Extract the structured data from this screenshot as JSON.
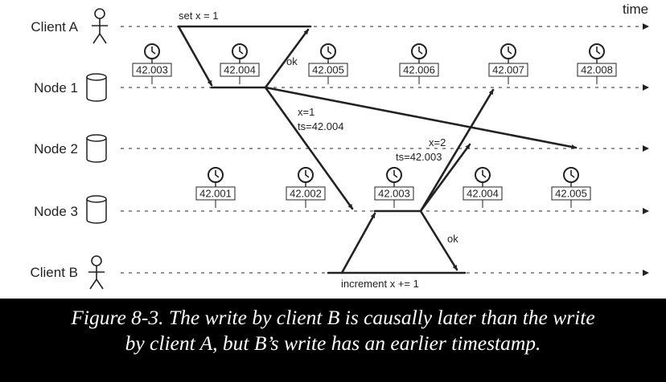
{
  "diagram": {
    "time_label": "time",
    "lanes": [
      {
        "id": "client_a",
        "label": "Client A",
        "kind": "client"
      },
      {
        "id": "node1",
        "label": "Node 1",
        "kind": "node"
      },
      {
        "id": "node2",
        "label": "Node 2",
        "kind": "node"
      },
      {
        "id": "node3",
        "label": "Node 3",
        "kind": "node"
      },
      {
        "id": "client_b",
        "label": "Client B",
        "kind": "client"
      }
    ],
    "node1_clocks": [
      "42.003",
      "42.004",
      "42.005",
      "42.006",
      "42.007",
      "42.008"
    ],
    "node3_clocks": [
      "42.001",
      "42.002",
      "42.003",
      "42.004",
      "42.005"
    ],
    "messages": {
      "set_x": "set x = 1",
      "ok_a": "ok",
      "repl1_line1": "x=1",
      "repl1_line2": "ts=42.004",
      "repl2_line1": "x=2",
      "repl2_line2": "ts=42.003",
      "ok_b": "ok",
      "increment": "increment x += 1"
    }
  },
  "caption": {
    "line1": "Figure 8-3. The write by client B is causally later than the write",
    "line2": "by client A, but B’s write has an earlier timestamp."
  }
}
